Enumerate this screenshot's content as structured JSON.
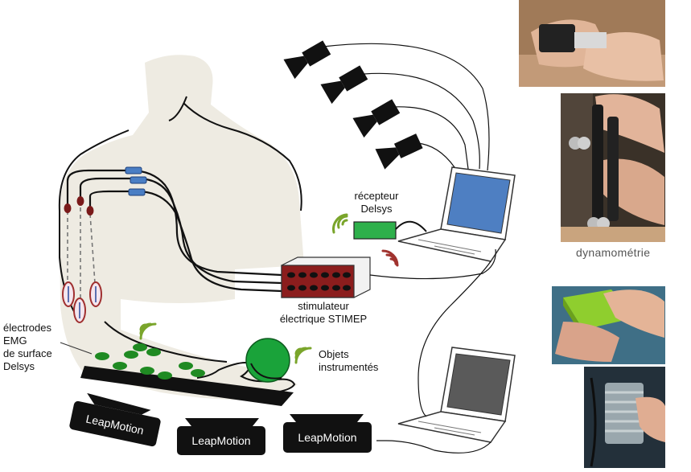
{
  "labels": {
    "receiver": "récepteur\nDelsys",
    "stimulator": "stimulateur\nélectrique STIMEP",
    "electrodes": "électrodes\nEMG\nde surface\nDelsys",
    "objects": "Objets\ninstrumentés",
    "dynamometry": "dynamométrie"
  },
  "leapmotion": [
    "LeapMotion",
    "LeapMotion",
    "LeapMotion"
  ],
  "colors": {
    "body": "#eeebe2",
    "receiver": "#2eb04b",
    "electrode": "#1f8a22",
    "ball": "#1aa33a",
    "stimulator": "#8b1d1d",
    "screen_top": "#4e7fc2",
    "screen_bottom": "#5a5a5a",
    "wifi_green": "#7aa52b",
    "wifi_red": "#a0322e"
  },
  "icons": [
    "camera-icon",
    "laptop-icon",
    "wifi-icon",
    "photo-thumbnail"
  ]
}
